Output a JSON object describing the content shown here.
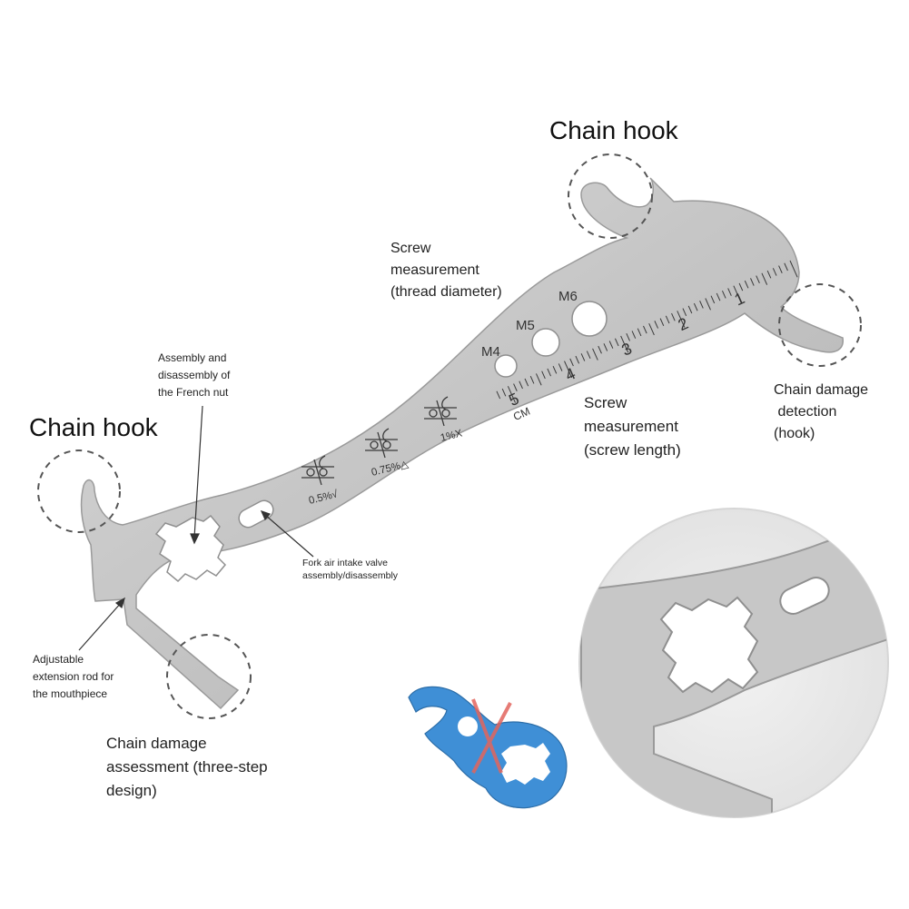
{
  "labels": {
    "chain_hook_top": "Chain hook",
    "chain_hook_left": "Chain hook",
    "screw_thread": "Screw\nmeasurement\n(thread diameter)",
    "screw_length": "Screw\nmeasurement\n(screw length)",
    "chain_damage_detection": "Chain damage\n detection\n(hook)",
    "french_nut": "Assembly and\ndisassembly of\nthe French nut",
    "fork_valve": "Fork air intake valve\nassembly/disassembly",
    "extension_rod": "Adjustable\nextension rod for\nthe mouthpiece",
    "chain_assessment": "Chain damage\nassessment (three-step\ndesign)"
  },
  "tool_markings": {
    "thread_sizes": [
      "M4",
      "M5",
      "M6"
    ],
    "ruler_numbers": [
      "1",
      "2",
      "3",
      "4",
      "5"
    ],
    "ruler_unit": "CM",
    "wear_levels": [
      "0.5%√",
      "0.75%△",
      "1%X"
    ]
  },
  "colors": {
    "steel": "#c9c9c9",
    "steel_edge": "#9c9c9c",
    "hole": "#ffffff",
    "blue_tool": "#3f8fd6",
    "red_cross": "#e2655d"
  }
}
